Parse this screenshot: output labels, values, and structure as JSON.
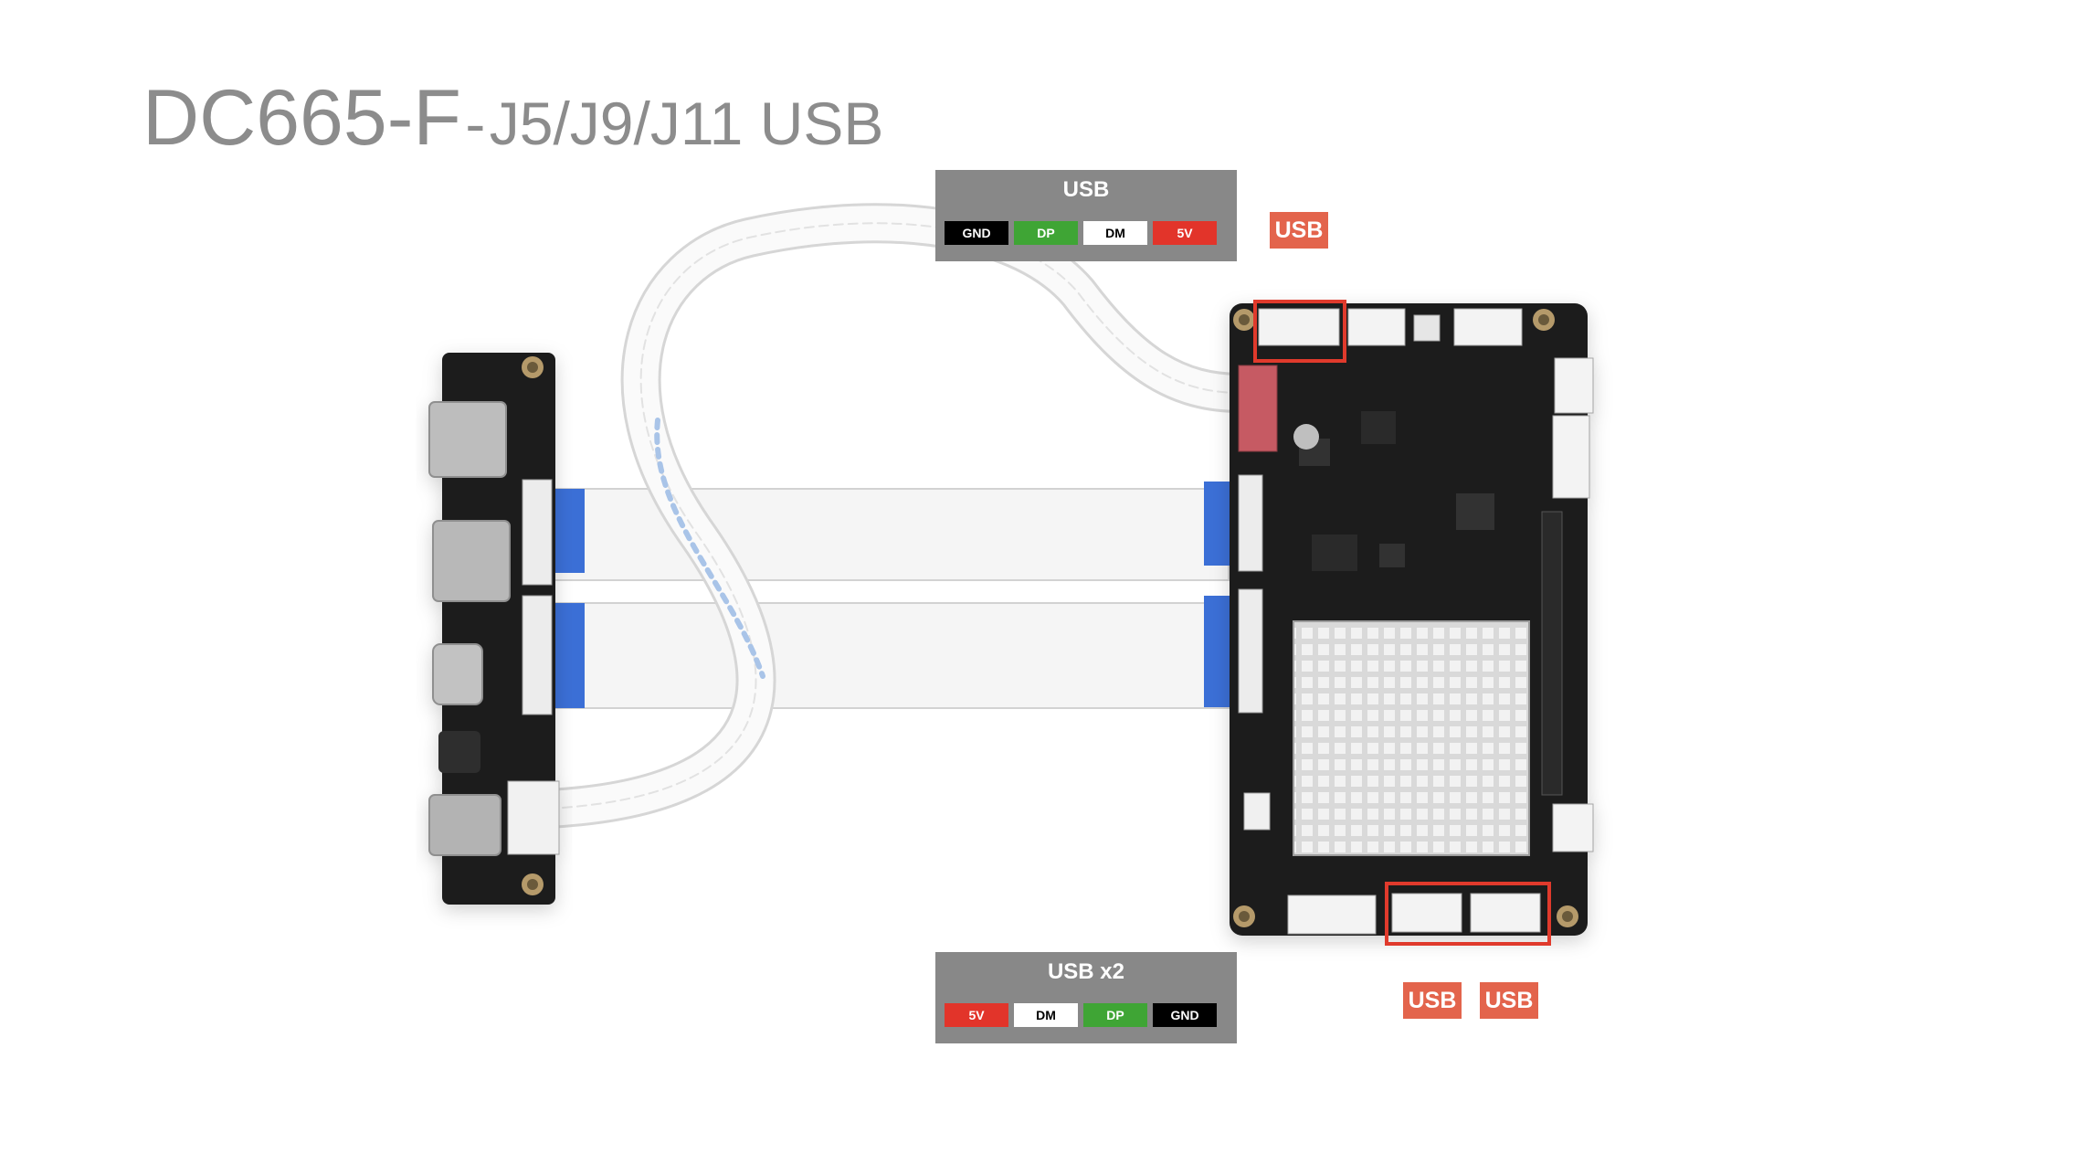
{
  "title": {
    "main": "DC665-F",
    "sep": "-",
    "sub": "J5/J9/J11 USB"
  },
  "connector_top": {
    "label": "USB",
    "pins": [
      {
        "name": "GND",
        "color": "#000000",
        "text_color": "#ffffff"
      },
      {
        "name": "DP",
        "color": "#3fa535",
        "text_color": "#ffffff"
      },
      {
        "name": "DM",
        "color": "#ffffff",
        "text_color": "#000000"
      },
      {
        "name": "5V",
        "color": "#e2342a",
        "text_color": "#ffffff"
      }
    ]
  },
  "connector_bottom": {
    "label": "USB x2",
    "pins": [
      {
        "name": "5V",
        "color": "#e2342a",
        "text_color": "#ffffff"
      },
      {
        "name": "DM",
        "color": "#ffffff",
        "text_color": "#000000"
      },
      {
        "name": "DP",
        "color": "#3fa535",
        "text_color": "#ffffff"
      },
      {
        "name": "GND",
        "color": "#000000",
        "text_color": "#ffffff"
      }
    ]
  },
  "tags": {
    "top": "USB",
    "bottom_left": "USB",
    "bottom_right": "USB"
  },
  "colors": {
    "tag": "#e3644c",
    "highlight": "#e03a2c",
    "pin_box": "#888888",
    "title": "#8c8c8c",
    "board": "#1a1a1a",
    "ffc_stiffener": "#3b6fd6"
  }
}
